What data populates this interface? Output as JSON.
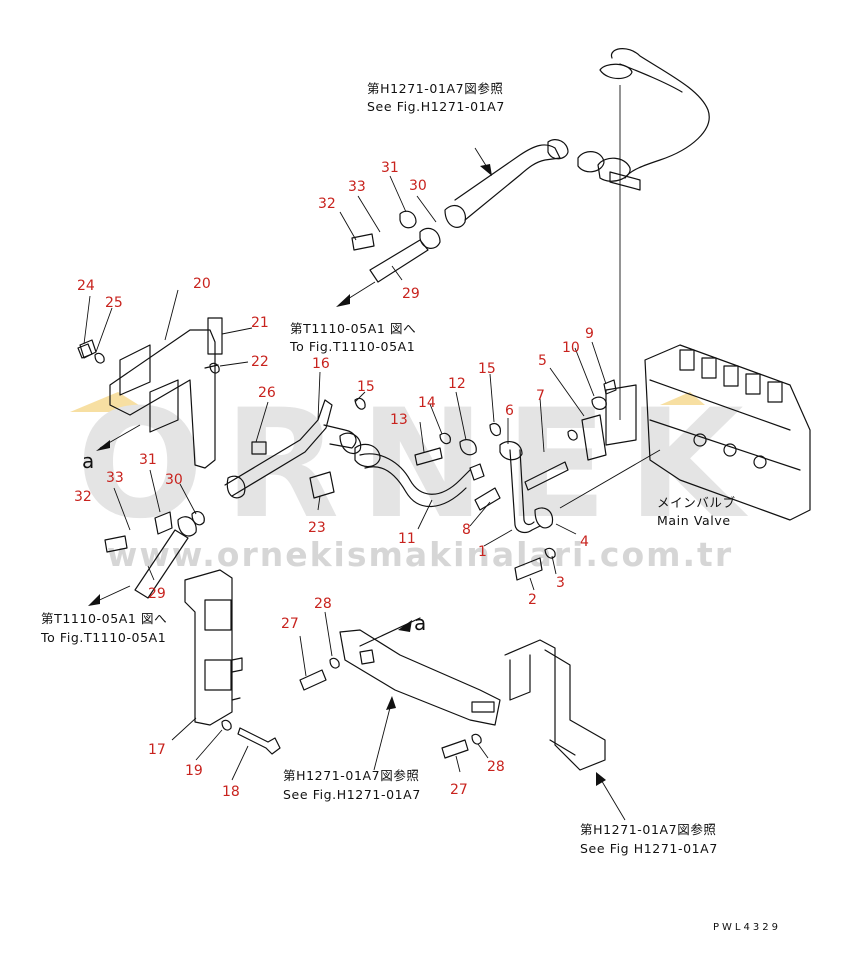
{
  "callouts": [
    {
      "id": "n1",
      "label": "1"
    },
    {
      "id": "n2",
      "label": "2"
    },
    {
      "id": "n3",
      "label": "3"
    },
    {
      "id": "n4",
      "label": "4"
    },
    {
      "id": "n5",
      "label": "5"
    },
    {
      "id": "n6",
      "label": "6"
    },
    {
      "id": "n7",
      "label": "7"
    },
    {
      "id": "n8",
      "label": "8"
    },
    {
      "id": "n9",
      "label": "9"
    },
    {
      "id": "n10",
      "label": "10"
    },
    {
      "id": "n11",
      "label": "11"
    },
    {
      "id": "n12",
      "label": "12"
    },
    {
      "id": "n13",
      "label": "13"
    },
    {
      "id": "n14",
      "label": "14"
    },
    {
      "id": "n15a",
      "label": "15"
    },
    {
      "id": "n15b",
      "label": "15"
    },
    {
      "id": "n16",
      "label": "16"
    },
    {
      "id": "n17",
      "label": "17"
    },
    {
      "id": "n18",
      "label": "18"
    },
    {
      "id": "n19",
      "label": "19"
    },
    {
      "id": "n20",
      "label": "20"
    },
    {
      "id": "n21",
      "label": "21"
    },
    {
      "id": "n22",
      "label": "22"
    },
    {
      "id": "n23",
      "label": "23"
    },
    {
      "id": "n24",
      "label": "24"
    },
    {
      "id": "n25",
      "label": "25"
    },
    {
      "id": "n26",
      "label": "26"
    },
    {
      "id": "n27a",
      "label": "27"
    },
    {
      "id": "n27b",
      "label": "27"
    },
    {
      "id": "n28a",
      "label": "28"
    },
    {
      "id": "n28b",
      "label": "28"
    },
    {
      "id": "n29a",
      "label": "29"
    },
    {
      "id": "n29b",
      "label": "29"
    },
    {
      "id": "n30a",
      "label": "30"
    },
    {
      "id": "n30b",
      "label": "30"
    },
    {
      "id": "n31a",
      "label": "31"
    },
    {
      "id": "n31b",
      "label": "31"
    },
    {
      "id": "n32a",
      "label": "32"
    },
    {
      "id": "n32b",
      "label": "32"
    },
    {
      "id": "n33a",
      "label": "33"
    },
    {
      "id": "n33b",
      "label": "33"
    }
  ],
  "references": {
    "top_h1271_jp": "第H1271-01A7図参照",
    "top_h1271_en": "See Fig.H1271-01A7",
    "top_t1110_jp": "第T1110-05A1 図へ",
    "top_t1110_en": "To Fig.T1110-05A1",
    "left_t1110_jp": "第T1110-05A1 図へ",
    "left_t1110_en": "To Fig.T1110-05A1",
    "mid_h1271_jp": "第H1271-01A7図参照",
    "mid_h1271_en": "See Fig.H1271-01A7",
    "bottom_h1271_jp": "第H1271-01A7図参照",
    "bottom_h1271_en": "See Fig H1271-01A7",
    "main_valve_jp": "メインバルブ",
    "main_valve_en": "Main Valve"
  },
  "view_markers": {
    "a_left": "a",
    "a_mid": "a"
  },
  "watermark": {
    "brand": "ORNEK",
    "url": "www.ornekismakinalari.com.tr"
  },
  "figure_code": "PWL4329",
  "colors": {
    "callout": "#c8231e",
    "line": "#111111",
    "watermark": "#e4e4e4",
    "watermark_accent": "#f3d27a"
  }
}
